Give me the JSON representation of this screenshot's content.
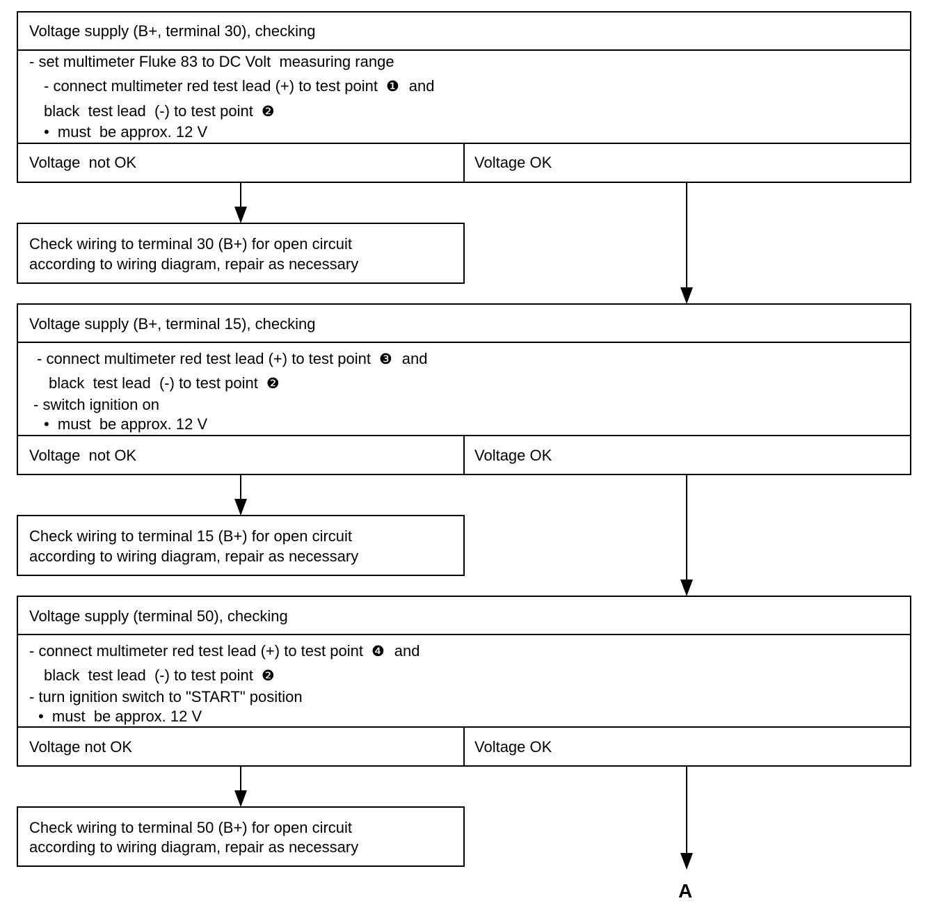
{
  "blocks": [
    {
      "title": "Voltage supply (B+, terminal 30), checking",
      "steps": [
        {
          "text": "- set multimeter Fluke 83 to DC Volt  measuring range",
          "marker": "",
          "suffix": ""
        },
        {
          "text": "- connect multimeter red test lead (+) to test point",
          "marker": "❶",
          "suffix": "and"
        },
        {
          "text": "black  test lead  (-) to test point",
          "marker": "❷",
          "suffix": ""
        },
        {
          "text": "•  must  be approx. 12 V",
          "marker": "",
          "suffix": ""
        }
      ],
      "not_ok": "Voltage  not OK",
      "ok": "Voltage OK",
      "repair": [
        "Check wiring to terminal 30 (B+) for open circuit",
        "according to wiring diagram, repair as necessary"
      ]
    },
    {
      "title": "Voltage supply (B+, terminal 15), checking",
      "steps": [
        {
          "text": "- connect multimeter red test lead (+) to test point",
          "marker": "❸",
          "suffix": "and"
        },
        {
          "text": "black  test lead  (-) to test point",
          "marker": "❷",
          "suffix": ""
        },
        {
          "text": "- switch ignition on",
          "marker": "",
          "suffix": ""
        },
        {
          "text": "•  must  be approx. 12 V",
          "marker": "",
          "suffix": ""
        }
      ],
      "not_ok": "Voltage  not OK",
      "ok": "Voltage OK",
      "repair": [
        "Check wiring to terminal 15 (B+) for open circuit",
        "according to wiring diagram, repair as necessary"
      ]
    },
    {
      "title": "Voltage supply (terminal 50), checking",
      "steps": [
        {
          "text": "- connect multimeter red test lead (+) to test point",
          "marker": "❹",
          "suffix": "and"
        },
        {
          "text": "black  test lead  (-) to test point",
          "marker": "❷",
          "suffix": ""
        },
        {
          "text": "- turn ignition switch to \"START\" position",
          "marker": "",
          "suffix": ""
        },
        {
          "text": "•  must  be approx. 12 V",
          "marker": "",
          "suffix": ""
        }
      ],
      "not_ok": "Voltage not OK",
      "ok": "Voltage OK",
      "repair": [
        "Check wiring to terminal 50 (B+) for open circuit",
        "according to wiring diagram, repair as necessary"
      ]
    }
  ],
  "continuation_label": "A"
}
